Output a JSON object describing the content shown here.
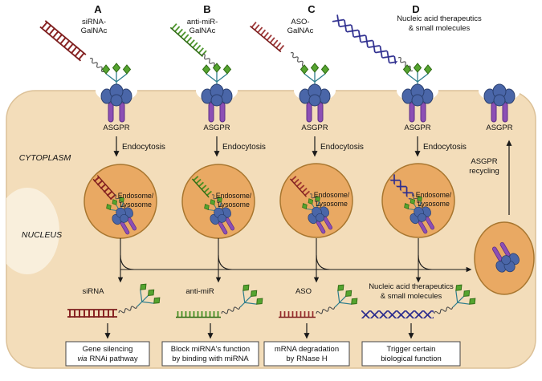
{
  "figure_labels": {
    "cytoplasm": "CYTOPLASM",
    "nucleus": "NUCLEUS"
  },
  "panels": [
    {
      "letter": "A",
      "conjugate_line1": "siRNA-",
      "conjugate_line2": "GalNAc",
      "receptor_label": "ASGPR",
      "endocytosis_label": "Endocytosis",
      "endosome_line1": "Endosome/",
      "endosome_line2": "Lysosome",
      "released_label": "siRNA",
      "outcome_line1": "Gene silencing",
      "outcome_line2_italic": "via",
      "outcome_line2_rest": "RNAi pathway"
    },
    {
      "letter": "B",
      "conjugate_line1": "anti-miR-",
      "conjugate_line2": "GalNAc",
      "receptor_label": "ASGPR",
      "endocytosis_label": "Endocytosis",
      "endosome_line1": "Endosome/",
      "endosome_line2": "Lysosome",
      "released_label": "anti-miR",
      "outcome_line1": "Block miRNA's function",
      "outcome_line2": "by binding with miRNA"
    },
    {
      "letter": "C",
      "conjugate_line1": "ASO-",
      "conjugate_line2": "GalNAc",
      "receptor_label": "ASGPR",
      "endocytosis_label": "Endocytosis",
      "endosome_line1": "Endosome/",
      "endosome_line2": "Lysosome",
      "released_label": "ASO",
      "outcome_line1": "mRNA degradation",
      "outcome_line2": "by RNase H"
    },
    {
      "letter": "D",
      "conjugate_line1": "Nucleic acid therapeutics",
      "conjugate_line2": "& small molecules",
      "receptor_label": "ASGPR",
      "endocytosis_label": "Endocytosis",
      "endosome_line1": "Endosome/",
      "endosome_line2": "Lysosome",
      "released_line1": "Nucleic acid therapeutics",
      "released_line2": "& small molecules",
      "outcome_line1": "Trigger certain",
      "outcome_line2": "biological function"
    }
  ],
  "recycling": {
    "receptor_label": "ASGPR",
    "label_line1": "ASGPR",
    "label_line2": "recycling"
  },
  "colors": {
    "cell_body": "#f3ddba",
    "cell_border": "#dcc198",
    "nucleus": "#f9efdc",
    "endosome_fill": "#e9a963",
    "endosome_border": "#a8762f",
    "sirna_red": "#8b2323",
    "antimir_green": "#3f8c1c",
    "aso_red": "#962a2a",
    "nucleic_acid_blue": "#2d2d8e",
    "galnac_green": "#55a42f",
    "receptor_blue": "#4a66a8",
    "receptor_stem_purple": "#8c4fb5",
    "arrow_black": "#1a1a1a",
    "box_border": "#444444"
  }
}
